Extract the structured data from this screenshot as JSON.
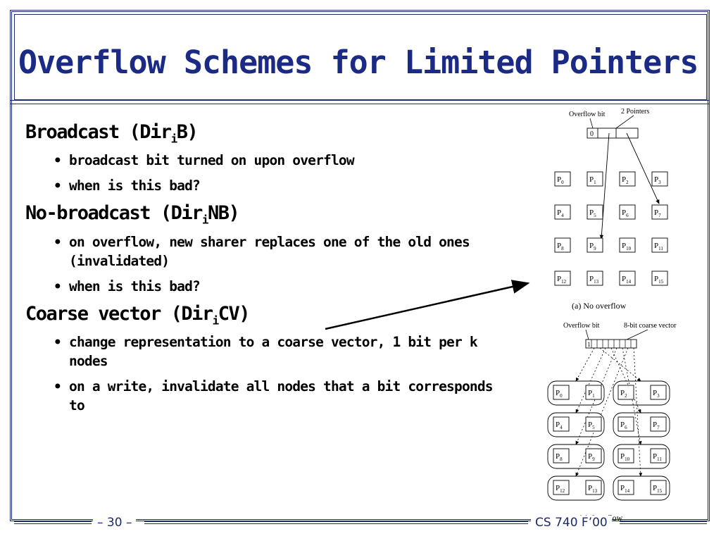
{
  "slide": {
    "title": "Overflow Schemes for Limited Pointers",
    "sections": [
      {
        "head": "Broadcast (Dir",
        "sub": "i",
        "tail": "B)",
        "bullets": [
          "broadcast bit turned on upon overflow",
          "when is this bad?"
        ]
      },
      {
        "head": "No-broadcast (Dir",
        "sub": "i",
        "tail": "NB)",
        "bullets": [
          "on overflow, new sharer replaces one of the old ones (invalidated)",
          "when is this bad?"
        ]
      },
      {
        "head": "Coarse vector (Dir",
        "sub": "i",
        "tail": "CV)",
        "bullets": [
          "change representation to a coarse vector, 1 bit per k nodes",
          "on a write, invalidate all nodes that a bit corresponds to"
        ]
      }
    ],
    "bullet_glyph": "•",
    "footer": {
      "page": "– 30 –",
      "course": "CS 740 F’00"
    }
  },
  "diagram_top": {
    "overflow_label": "Overflow bit",
    "pointers_label": "2 Pointers",
    "bit_value": "0",
    "caption": "(a) No overflow",
    "nodes": [
      "0",
      "1",
      "2",
      "3",
      "4",
      "5",
      "6",
      "7",
      "8",
      "9",
      "10",
      "11",
      "12",
      "13",
      "14",
      "15"
    ],
    "node_prefix": "P"
  },
  "diagram_bottom": {
    "overflow_label": "Overflow bit",
    "vector_label": "8-bit coarse vector",
    "bit_value": "1",
    "caption": "(a) Overflow",
    "nodes": [
      "0",
      "1",
      "2",
      "3",
      "4",
      "5",
      "6",
      "7",
      "8",
      "9",
      "10",
      "11",
      "12",
      "13",
      "14",
      "15"
    ],
    "node_prefix": "P"
  },
  "colors": {
    "title": "#1a2a85",
    "frame": "#1c2a6e"
  }
}
